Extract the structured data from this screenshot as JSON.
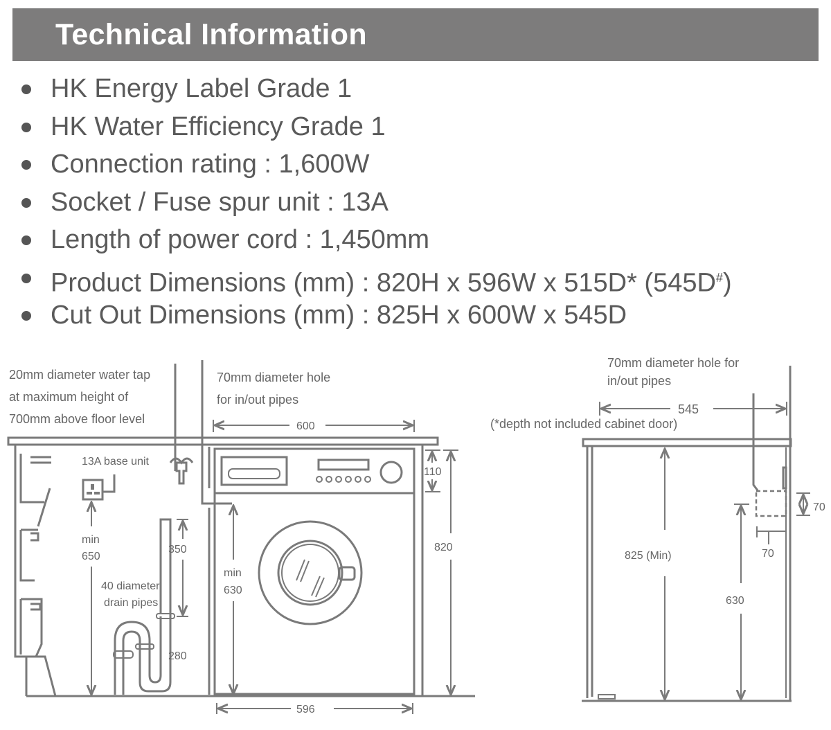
{
  "header": {
    "title": "Technical Information"
  },
  "specs": [
    {
      "text": "HK Energy Label Grade 1"
    },
    {
      "text": "HK Water Efficiency Grade 1"
    },
    {
      "text": "Connection rating : 1,600W"
    },
    {
      "text": "Socket / Fuse spur unit : 13A"
    },
    {
      "text": "Length of power cord : 1,450mm"
    },
    {
      "text": "Product Dimensions (mm) : 820H x 596W x 515D* (545D",
      "sup": "#",
      "tail": ")"
    },
    {
      "text": "Cut Out Dimensions (mm) : 825H x 600W x 545D"
    }
  ],
  "front_diagram": {
    "tap_label": [
      "20mm diameter water tap",
      "at maximum height of",
      "700mm above floor level"
    ],
    "hole_label": [
      "70mm diameter hole",
      "for in/out pipes"
    ],
    "socket_label": "13A base unit",
    "drain_label": [
      "40 diameter",
      "drain pipes"
    ],
    "dims": {
      "width_cutout": "600",
      "width_product": "596",
      "panel": "110",
      "height": "820",
      "socket_min": [
        "min",
        "650"
      ],
      "hole_min": [
        "min",
        "630"
      ],
      "standpipe": "350",
      "trap": "280"
    }
  },
  "side_diagram": {
    "hole_label": [
      "70mm diameter hole for",
      "in/out pipes"
    ],
    "depth": "545",
    "depth_note": "(*depth not included cabinet door)",
    "height": "825 (Min)",
    "hole_height": "630",
    "hole_size_v": "70",
    "hole_size_h": "70"
  },
  "colors": {
    "header_bg": "#7d7c7c",
    "line": "#7a7a7a",
    "text": "#5a5a5a"
  }
}
